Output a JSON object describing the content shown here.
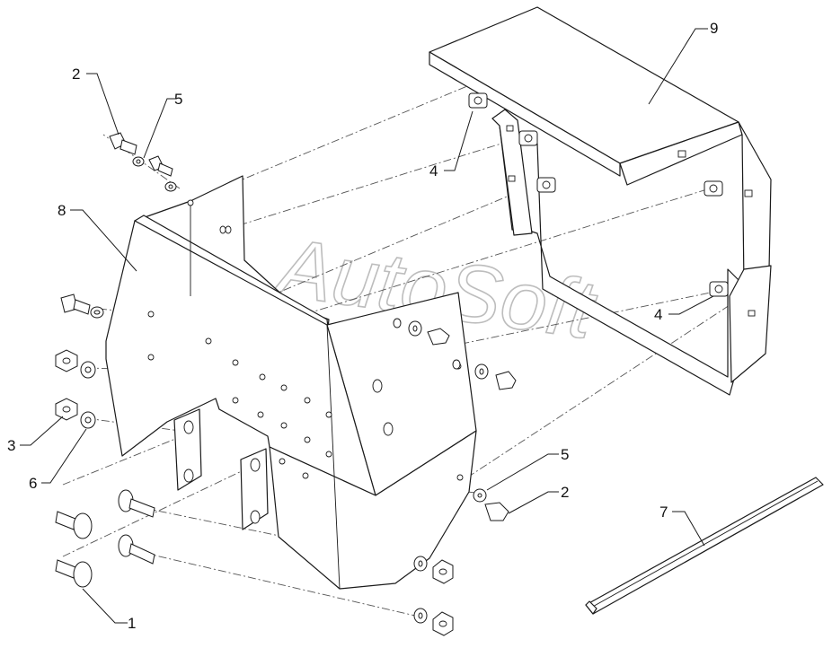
{
  "callouts": {
    "c1": "1",
    "c2_top": "2",
    "c2_right": "2",
    "c3": "3",
    "c4_top": "4",
    "c4_right": "4",
    "c5_top": "5",
    "c5_right": "5",
    "c6": "6",
    "c7": "7",
    "c8": "8",
    "c9": "9"
  },
  "watermark": "AutoSoft"
}
